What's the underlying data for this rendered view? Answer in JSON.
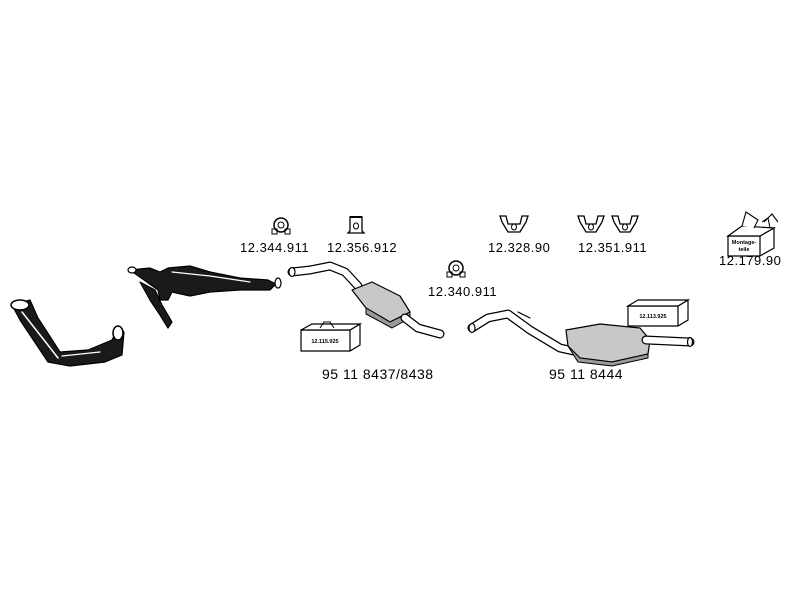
{
  "part_numbers": {
    "clamp_1": "12.344.911",
    "hanger_1": "12.356.912",
    "clamp_2": "12.340.911",
    "hanger_2": "12.328.90",
    "hanger_3": "12.351.911",
    "mounting_kit": "12.179.90",
    "front_silencer": "95 11 8437/8438",
    "rear_silencer": "95 11 8444",
    "kit_front": "12.115.925",
    "kit_rear": "12.113.925"
  },
  "mounting_kit_label": [
    "Montage-",
    "teile"
  ]
}
